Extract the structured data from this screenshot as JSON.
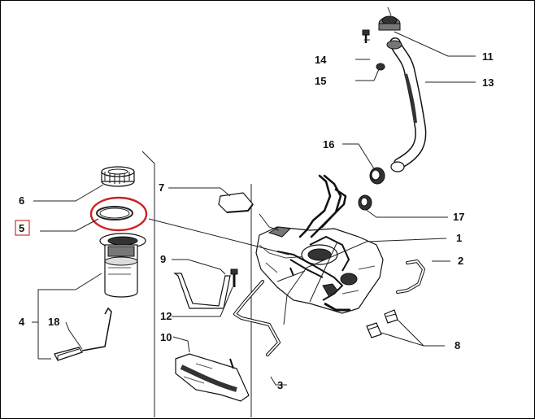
{
  "diagram": {
    "labels": [
      {
        "id": "1",
        "text": "1"
      },
      {
        "id": "2",
        "text": "2"
      },
      {
        "id": "3",
        "text": "3"
      },
      {
        "id": "4",
        "text": "4"
      },
      {
        "id": "5",
        "text": "5"
      },
      {
        "id": "6",
        "text": "6"
      },
      {
        "id": "7",
        "text": "7"
      },
      {
        "id": "8",
        "text": "8"
      },
      {
        "id": "9",
        "text": "9"
      },
      {
        "id": "10",
        "text": "10"
      },
      {
        "id": "11",
        "text": "11"
      },
      {
        "id": "12",
        "text": "12"
      },
      {
        "id": "13",
        "text": "13"
      },
      {
        "id": "14",
        "text": "14"
      },
      {
        "id": "15",
        "text": "15"
      },
      {
        "id": "16",
        "text": "16"
      },
      {
        "id": "17",
        "text": "17"
      },
      {
        "id": "18",
        "text": "18"
      }
    ],
    "highlight": {
      "part": "5",
      "color": "#cc2222",
      "box_color": "#cc3333"
    },
    "line_color": "#222222"
  }
}
